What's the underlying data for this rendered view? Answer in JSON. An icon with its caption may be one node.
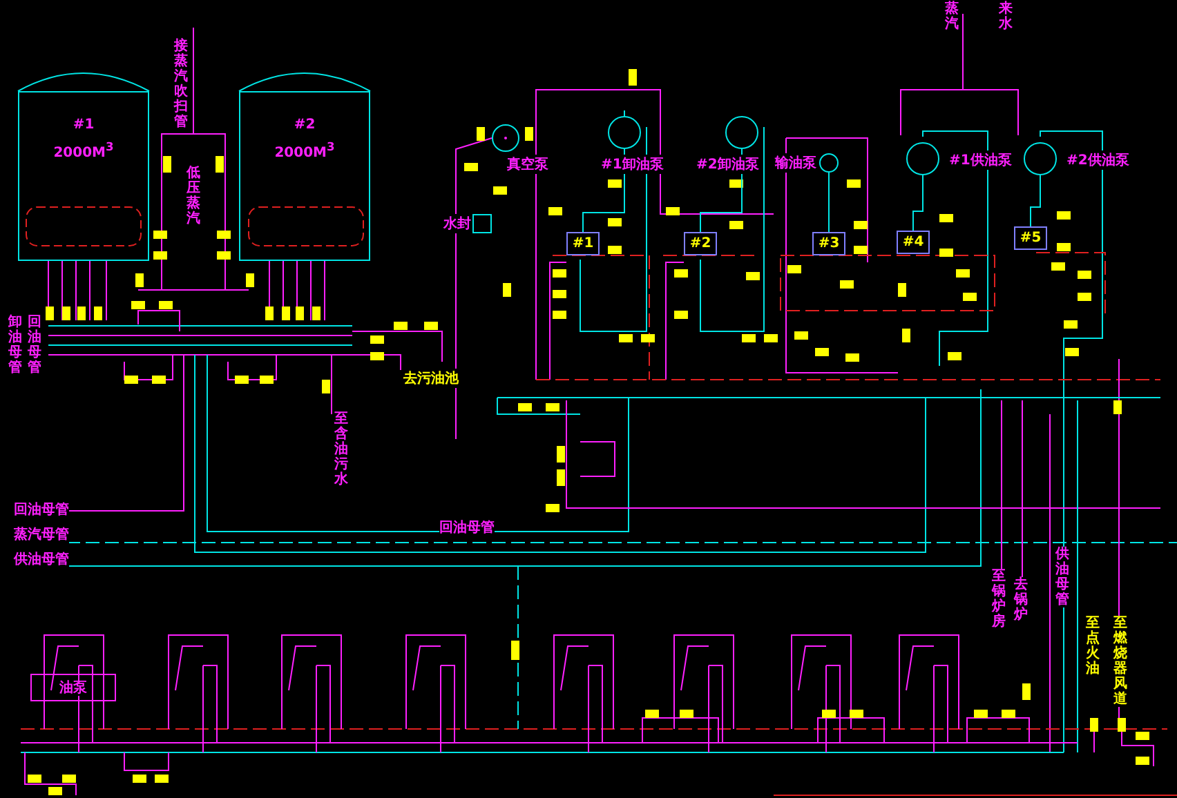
{
  "diagram": {
    "nodes": [
      {
        "text": [
          "#1",
          "2000M$^{3}$"
        ]
      },
      {
        "text": [
          "#2",
          "2000M$^{3}$"
        ]
      },
      {
        "text": [],
        "shape": "circle",
        "beside": [
          "真空泵"
        ]
      },
      {
        "text": [],
        "shape": "box",
        "beside": [
          "水封"
        ]
      },
      {
        "text": [],
        "shape": "circle",
        "beside": [
          "#1卸油泵"
        ]
      },
      {
        "text": [],
        "shape": "circle",
        "beside": [
          "#2卸油泵"
        ]
      },
      {
        "text": [],
        "shape": "circle",
        "beside": [
          "输油泵"
        ]
      },
      {
        "text": [],
        "shape": "circle",
        "beside": [
          "#1供油泵"
        ]
      },
      {
        "text": [],
        "shape": "circle",
        "beside": [
          "#2供油泵"
        ]
      },
      {
        "text": [
          "#1"
        ]
      },
      {
        "text": [
          "#2"
        ]
      },
      {
        "text": [
          "#3"
        ]
      },
      {
        "text": [
          "#4"
        ]
      },
      {
        "text": [
          "#5"
        ]
      },
      {
        "text": [
          "油泵"
        ]
      }
    ],
    "edges": [
      {
        "from": 4,
        "to": 9,
        "arrow": "none"
      },
      {
        "from": 5,
        "to": 10,
        "arrow": "none"
      },
      {
        "from": 6,
        "to": 11,
        "arrow": "none"
      },
      {
        "from": 7,
        "to": 12,
        "arrow": "none"
      },
      {
        "from": 8,
        "to": 13,
        "arrow": "none"
      }
    ],
    "labels": [
      "蒸汽",
      "来水",
      "接蒸汽吹扫管",
      "低压蒸汽",
      "卸油母管",
      "回油母管",
      "去污油池",
      "至含油污水",
      "回油母管",
      "蒸汽母管",
      "供油母管",
      "回油母管",
      "至锅炉房",
      "去锅炉",
      "供油母管",
      "至点火油",
      "至燃烧器风道"
    ]
  }
}
